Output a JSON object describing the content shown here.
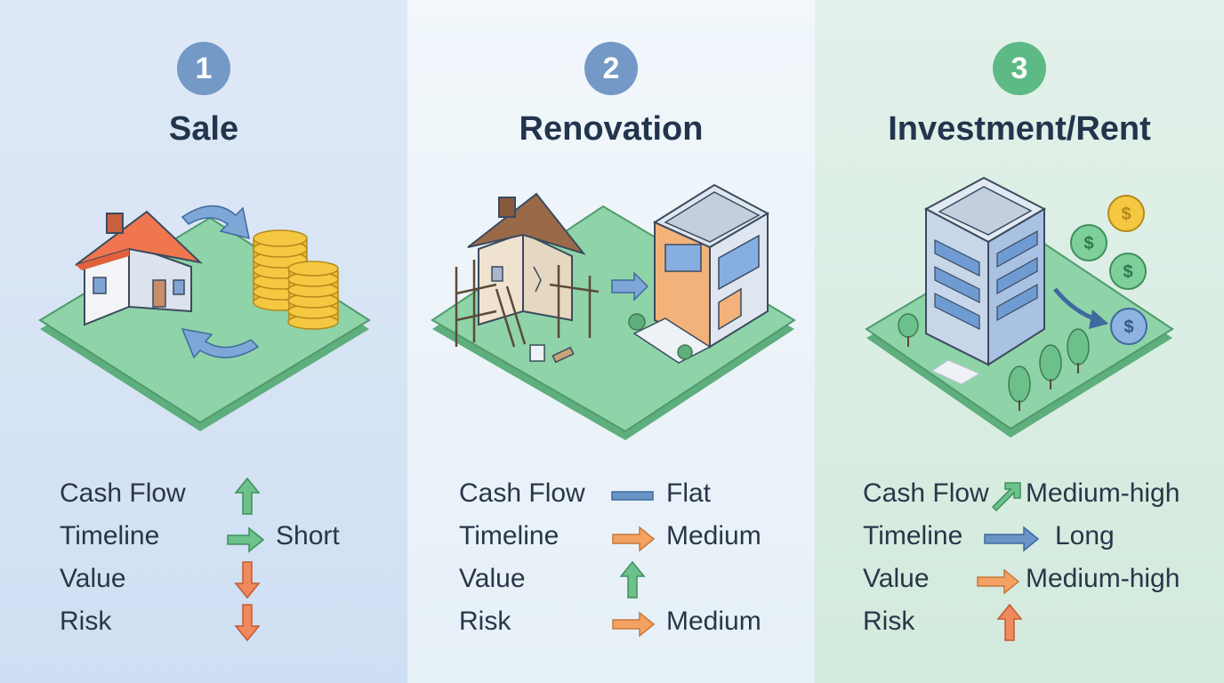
{
  "panels": [
    {
      "number": "1",
      "title": "Sale",
      "metrics": [
        {
          "label": "Cash Flow",
          "value": "",
          "arrow": "up",
          "arrow_color": "#6cc28a"
        },
        {
          "label": "Timeline",
          "value": "Short",
          "arrow": "right",
          "arrow_color": "#6cc28a"
        },
        {
          "label": "Value",
          "value": "",
          "arrow": "down",
          "arrow_color": "#f08a5d"
        },
        {
          "label": "Risk",
          "value": "",
          "arrow": "down",
          "arrow_color": "#f08a5d"
        }
      ]
    },
    {
      "number": "2",
      "title": "Renovation",
      "metrics": [
        {
          "label": "Cash Flow",
          "value": "Flat",
          "arrow": "flat",
          "arrow_color": "#6b94c6"
        },
        {
          "label": "Timeline",
          "value": "Medium",
          "arrow": "right",
          "arrow_color": "#f4a261"
        },
        {
          "label": "Value",
          "value": "",
          "arrow": "up",
          "arrow_color": "#6cc28a"
        },
        {
          "label": "Risk",
          "value": "Medium",
          "arrow": "right",
          "arrow_color": "#f4a261"
        }
      ]
    },
    {
      "number": "3",
      "title": "Investment/Rent",
      "metrics": [
        {
          "label": "Cash Flow",
          "value": "Medium-high",
          "arrow": "diag-up",
          "arrow_color": "#6cc28a"
        },
        {
          "label": "Timeline",
          "value": "Long",
          "arrow": "right",
          "arrow_color": "#6b94c6"
        },
        {
          "label": "Value",
          "value": "Medium-high",
          "arrow": "right",
          "arrow_color": "#f4a261"
        },
        {
          "label": "Risk",
          "value": "",
          "arrow": "up",
          "arrow_color": "#f08a5d"
        }
      ]
    }
  ],
  "colors": {
    "badge_1": "#7499c7",
    "badge_2": "#7499c7",
    "badge_3": "#5dba85",
    "ground": "#86cfa0",
    "ground_edge": "#5fae7d",
    "roof": "#f0764f",
    "coin": "#f5c842",
    "building_blue": "#a9c1e3",
    "building_orange": "#f2b27a"
  },
  "icons": [
    "house-icon",
    "coins-icon",
    "cycle-arrow-icon",
    "renovation-house-icon",
    "modern-building-icon",
    "apartment-tower-icon",
    "dollar-coin-icon",
    "tree-icon"
  ]
}
